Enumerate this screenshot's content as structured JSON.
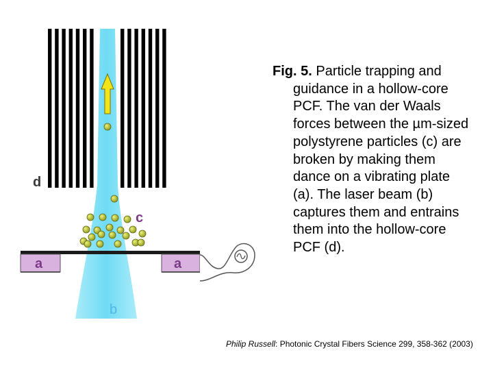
{
  "figure": {
    "labels": {
      "a_left": "a",
      "a_right": "a",
      "b": "b",
      "c": "c",
      "d": "d"
    },
    "colors": {
      "fiber_stripes": "#000000",
      "laser_beam": "#7fe3f7",
      "particles": "#b9c43a",
      "arrow": "#f2e418",
      "plate": "#d9b2df",
      "label_purple": "#7b3a86",
      "label_blue": "#4fb6e6"
    }
  },
  "caption": {
    "fig_label": "Fig. 5.",
    "text": " Particle trapping and guidance in a hollow-core PCF. The van der Waals forces between the µm-sized polystyrene particles (c) are broken by making them dance on a vibrating plate (a). The laser beam (b) captures them and entrains them into the hollow-core PCF (d)."
  },
  "citation": {
    "author": "Philip Russell",
    "rest": ": Photonic Crystal Fibers Science 299, 358-362 (2003)"
  }
}
